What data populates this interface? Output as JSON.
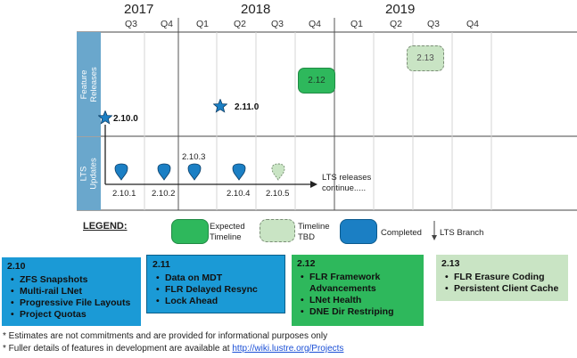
{
  "years": [
    "2017",
    "2018",
    "2019"
  ],
  "quarters": [
    "Q3",
    "Q4",
    "Q1",
    "Q2",
    "Q3",
    "Q4",
    "Q1",
    "Q2",
    "Q3",
    "Q4"
  ],
  "bands": {
    "feature": "Feature Releases",
    "lts": "LTS Updates"
  },
  "feature_releases": {
    "r2100": "2.10.0",
    "r2110": "2.11.0",
    "r212": "2.12",
    "r213": "2.13"
  },
  "lts_updates": {
    "v1": "2.10.1",
    "v2": "2.10.2",
    "v3": "2.10.3",
    "v4": "2.10.4",
    "v5": "2.10.5",
    "continue_note": "LTS releases continue....."
  },
  "legend": {
    "title": "LEGEND:",
    "expected": "Expected Timeline",
    "tbd": "Timeline TBD",
    "completed": "Completed",
    "branch": "LTS Branch"
  },
  "boxes": [
    {
      "title": "2.10",
      "items": [
        "ZFS Snapshots",
        "Multi-rail LNet",
        "Progressive File Layouts",
        "Project Quotas"
      ]
    },
    {
      "title": "2.11",
      "items": [
        "Data on MDT",
        "FLR Delayed Resync",
        "Lock Ahead"
      ]
    },
    {
      "title": "2.12",
      "items": [
        "FLR Framework Advancements",
        "LNet Health",
        "DNE Dir Restriping"
      ]
    },
    {
      "title": "2.13",
      "items": [
        "FLR Erasure Coding",
        "Persistent Client Cache"
      ]
    }
  ],
  "footnotes": {
    "note1": "* Estimates are not commitments and are provided for informational purposes only",
    "note2_prefix": "* Fuller details of features in development are available at ",
    "note2_link": "http://wiki.lustre.org/Projects"
  },
  "colors": {
    "completed": "#1b7fc4",
    "expected": "#2eb85c",
    "tbd": "#c9e4c4",
    "box_210": "#1b9ad6",
    "box_211": "#1b9ad6",
    "box_212": "#2eb85c",
    "box_213": "#c9e4c4"
  }
}
